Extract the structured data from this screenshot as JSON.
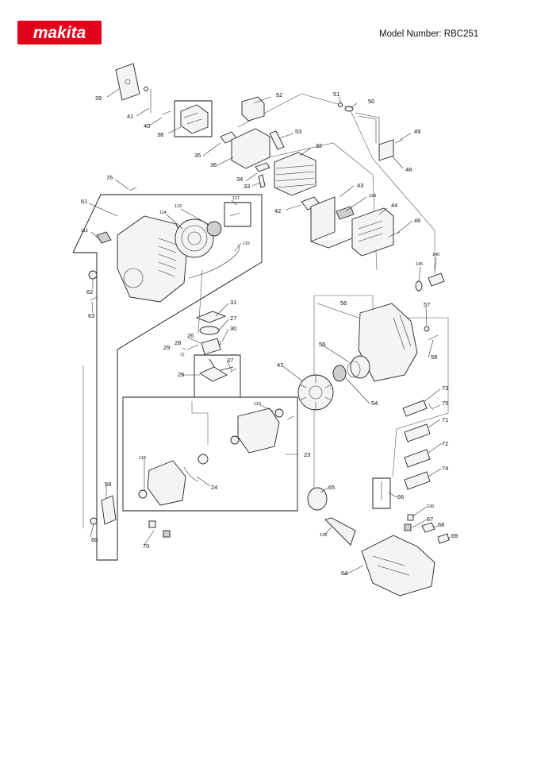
{
  "brand": {
    "logo_text": "makita",
    "accent_color": "#e2001a"
  },
  "header": {
    "model_label": "Model Number: RBC251"
  },
  "diagram": {
    "part_numbers": [
      {
        "id": "p39",
        "label": "39"
      },
      {
        "id": "p41",
        "label": "41"
      },
      {
        "id": "p40",
        "label": "40"
      },
      {
        "id": "p38",
        "label": "38"
      },
      {
        "id": "p52",
        "label": "52"
      },
      {
        "id": "p51",
        "label": "51"
      },
      {
        "id": "p50",
        "label": "50"
      },
      {
        "id": "p53",
        "label": "53"
      },
      {
        "id": "p35",
        "label": "35"
      },
      {
        "id": "p36",
        "label": "36"
      },
      {
        "id": "p32",
        "label": "32"
      },
      {
        "id": "p49",
        "label": "49"
      },
      {
        "id": "p48",
        "label": "48"
      },
      {
        "id": "p34",
        "label": "34"
      },
      {
        "id": "p33",
        "label": "33"
      },
      {
        "id": "p76",
        "label": "76"
      },
      {
        "id": "p61",
        "label": "61"
      },
      {
        "id": "p117",
        "label": "117"
      },
      {
        "id": "p113",
        "label": "113"
      },
      {
        "id": "p114",
        "label": "114"
      },
      {
        "id": "p43",
        "label": "43"
      },
      {
        "id": "p129",
        "label": "129"
      },
      {
        "id": "p42",
        "label": "42"
      },
      {
        "id": "p44",
        "label": "44"
      },
      {
        "id": "p46",
        "label": "46"
      },
      {
        "id": "p116",
        "label": "116"
      },
      {
        "id": "p115",
        "label": "115"
      },
      {
        "id": "p145",
        "label": "145"
      },
      {
        "id": "p140",
        "label": "140"
      },
      {
        "id": "p62",
        "label": "62"
      },
      {
        "id": "p63",
        "label": "63"
      },
      {
        "id": "p31",
        "label": "31"
      },
      {
        "id": "p56",
        "label": "56"
      },
      {
        "id": "p57",
        "label": "57"
      },
      {
        "id": "p27",
        "label": "27"
      },
      {
        "id": "p30",
        "label": "30"
      },
      {
        "id": "p26",
        "label": "26"
      },
      {
        "id": "p28",
        "label": "28"
      },
      {
        "id": "p29",
        "label": "29"
      },
      {
        "id": "p55",
        "label": "55"
      },
      {
        "id": "p58",
        "label": "58"
      },
      {
        "id": "p37",
        "label": "37"
      },
      {
        "id": "p47",
        "label": "47"
      },
      {
        "id": "p25",
        "label": "25"
      },
      {
        "id": "p54",
        "label": "54"
      },
      {
        "id": "p73",
        "label": "73"
      },
      {
        "id": "p75",
        "label": "75"
      },
      {
        "id": "p119",
        "label": "119"
      },
      {
        "id": "p71",
        "label": "71"
      },
      {
        "id": "p23",
        "label": "23"
      },
      {
        "id": "p72",
        "label": "72"
      },
      {
        "id": "p118",
        "label": "118"
      },
      {
        "id": "p74",
        "label": "74"
      },
      {
        "id": "p24",
        "label": "24"
      },
      {
        "id": "p59",
        "label": "59"
      },
      {
        "id": "p65",
        "label": "65"
      },
      {
        "id": "p66",
        "label": "66"
      },
      {
        "id": "p126",
        "label": "126"
      },
      {
        "id": "p67b",
        "label": "67"
      },
      {
        "id": "p68",
        "label": "68"
      },
      {
        "id": "p138",
        "label": "138"
      },
      {
        "id": "p69",
        "label": "69"
      },
      {
        "id": "p60",
        "label": "60"
      },
      {
        "id": "p70",
        "label": "70"
      },
      {
        "id": "p64",
        "label": "64"
      }
    ]
  }
}
